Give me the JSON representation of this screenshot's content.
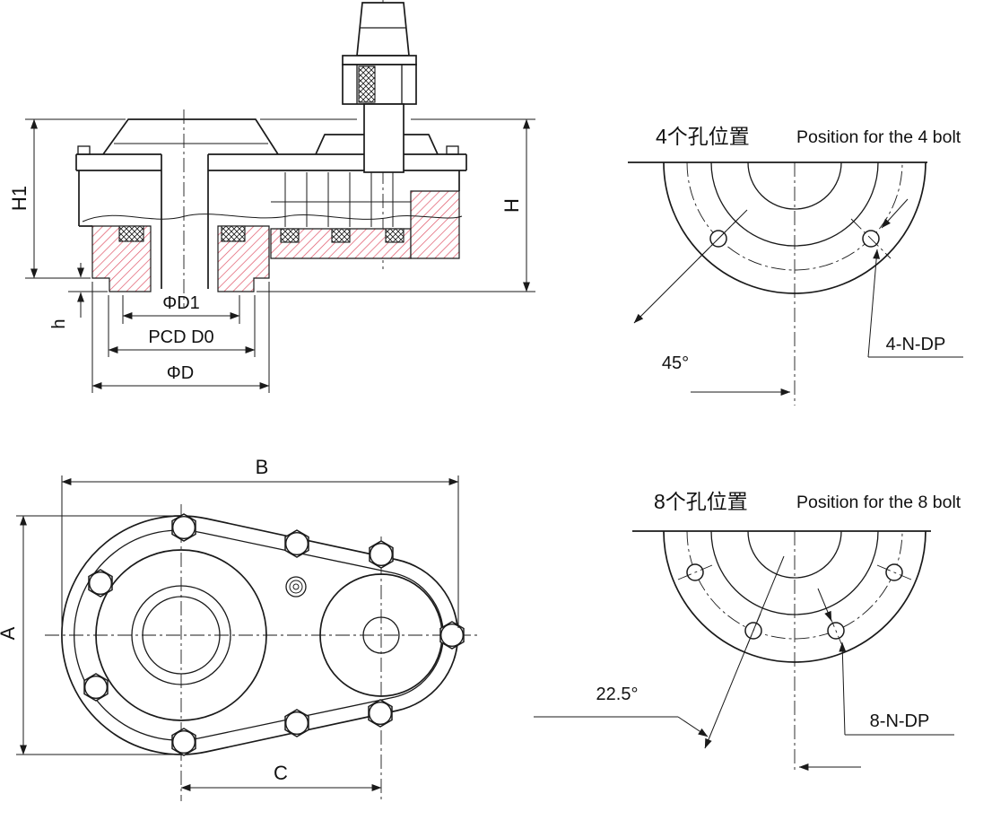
{
  "colors": {
    "line": "#1a1a1a",
    "hatch": "#e05568",
    "background": "#ffffff"
  },
  "section_view": {
    "dim_h1": "H1",
    "dim_h": "H",
    "dim_h_small": "h",
    "dim_d1": "ΦD1",
    "dim_pcd": "PCD D0",
    "dim_d": "ΦD"
  },
  "four_bolt_view": {
    "title_cn": "4个孔位置",
    "title_en": "Position for the 4 bolt",
    "angle_label": "45°",
    "hole_callout": "4-N-DP"
  },
  "plan_view": {
    "dim_b": "B",
    "dim_a": "A",
    "dim_c": "C"
  },
  "eight_bolt_view": {
    "title_cn": "8个孔位置",
    "title_en": "Position for the 8 bolt",
    "angle_label": "22.5°",
    "hole_callout": "8-N-DP"
  }
}
